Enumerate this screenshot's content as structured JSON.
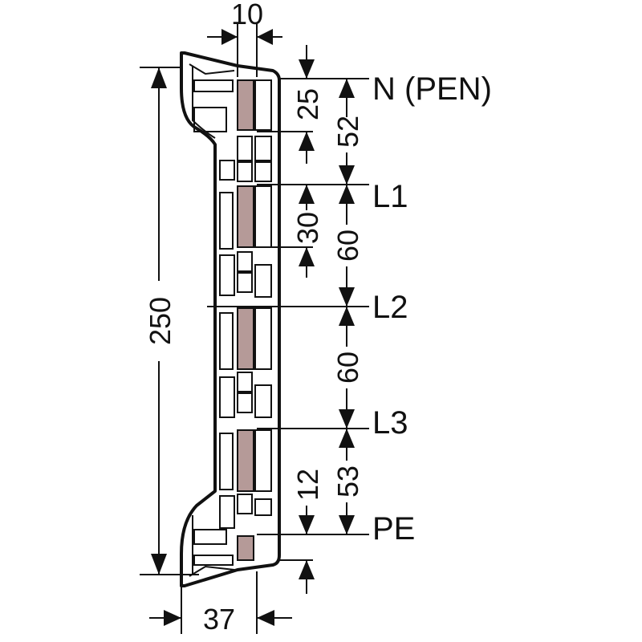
{
  "diagram": {
    "colors": {
      "ink": "#111111",
      "busbar": "#b59a98",
      "background": "#ffffff"
    },
    "dimensions": {
      "top_width": "10",
      "overall_height": "250",
      "bottom_width": "37",
      "n_offset": "25",
      "n_to_l1": "52",
      "l1_segment": "30",
      "l1_to_l2": "60",
      "l2_to_l3": "60",
      "l3_to_pe": "53",
      "pe_offset": "12"
    },
    "labels": {
      "n": "N (PEN)",
      "l1": "L1",
      "l2": "L2",
      "l3": "L3",
      "pe": "PE"
    }
  }
}
